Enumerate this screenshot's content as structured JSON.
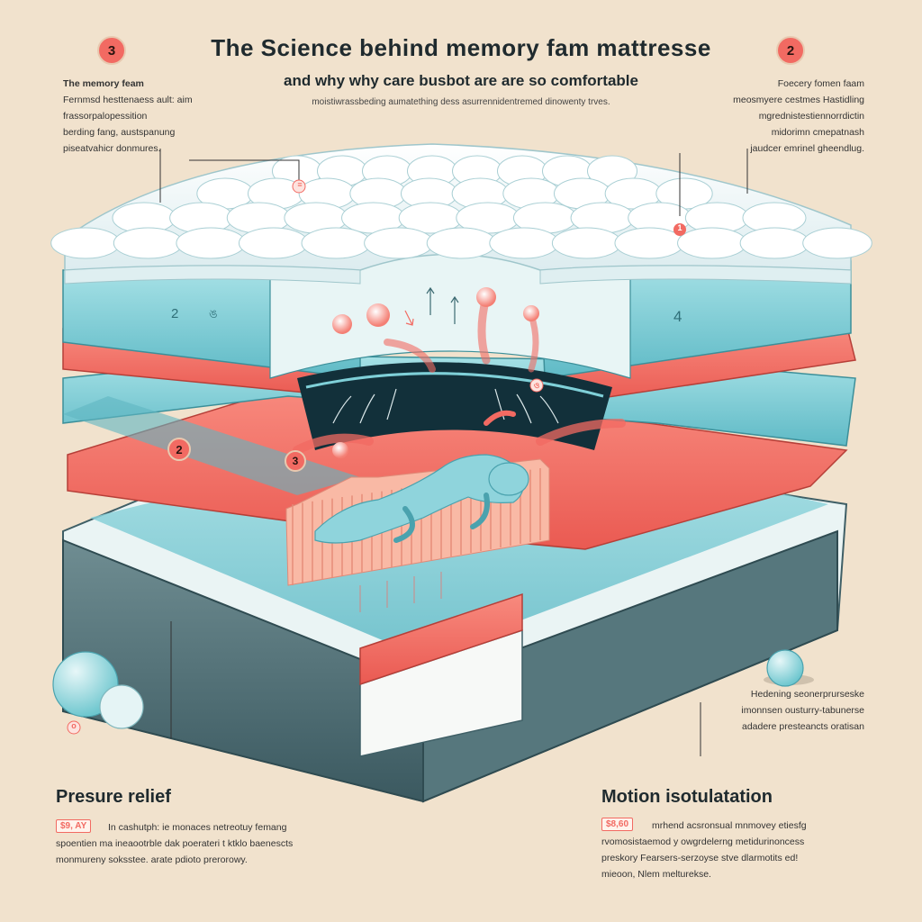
{
  "header": {
    "title": "The Science behind memory fam mattresse",
    "subtitle": "and why why care busbot are are so comfortable",
    "tagline": "moistiwrassbeding aumatething dess asurrennidentremed dinowenty trves."
  },
  "badges": {
    "top_left": "3",
    "top_right": "2",
    "layer_left_2": "2",
    "layer_left_3": "3"
  },
  "left_callout": {
    "title": "The memory feam",
    "lines": [
      "Fernmsd hesttenaess ault: aim",
      "frassorpalopessition",
      "berding fang, austspanung",
      "piseatvahicr donmures."
    ]
  },
  "right_callout": {
    "title": "Foecery fomen faam",
    "lines": [
      "meosmyere cestmes Hastidling",
      "mgrednistestiennorrdictin",
      "midorimn cmepatnash",
      "jaudcer emrinel gheendlug."
    ]
  },
  "right_mid_callout": {
    "lines": [
      "Hedening seonerprurseske",
      "imonnsen ousturry-tabunerse",
      "adadere presteancts oratisan"
    ]
  },
  "layer_labels": {
    "left": "2",
    "left_mark": "ঙ",
    "right": "4"
  },
  "small_markers": {
    "top": "≡",
    "right": "1",
    "mid": "ও",
    "spheres": "o"
  },
  "pressure": {
    "heading": "Presure relief",
    "tag": "$9, AY",
    "lines": [
      "In cashutph: ie monaces netreotuy femang",
      "spoentien ma ineaootrble dak poerateri t ktklo baenescts",
      "monmureny soksstee. arate pdioto prerorowy."
    ]
  },
  "motion": {
    "heading": "Motion isotulatation",
    "tag": "$8,60",
    "lines": [
      "mrhend acsronsual mnmovey etiesfg",
      "rvomosistaemod y owgrdelerng metidurinoncess",
      "preskory Fearsers-serzoyse stve dlarmotits ed!",
      "mieoon, Nlem melturekse."
    ]
  },
  "colors": {
    "background": "#f1e2cd",
    "foam_top": "#f7fafa",
    "teal": "#7fd0d8",
    "teal_dark": "#4aa9b5",
    "coral": "#f26a62",
    "base": "#4f7178",
    "peach_coil": "#f9b9a5"
  }
}
